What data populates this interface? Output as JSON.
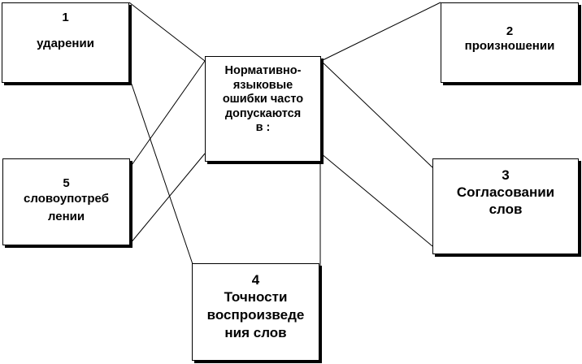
{
  "diagram": {
    "center": {
      "lines": [
        "Нормативно-",
        "языковые",
        "ошибки часто",
        "допускаются",
        "в :"
      ]
    },
    "items": [
      {
        "num": "1",
        "lines": [
          "ударении"
        ]
      },
      {
        "num": "2",
        "lines": [
          "произношении"
        ]
      },
      {
        "num": "3",
        "lines": [
          "Согласовании",
          "слов"
        ]
      },
      {
        "num": "4",
        "lines": [
          "Точности",
          "воспроизведе",
          "ния  слов"
        ]
      },
      {
        "num": "5",
        "lines": [
          "словоупотреб",
          "лении"
        ]
      }
    ],
    "colors": {
      "stroke": "#000000",
      "fill": "#ffffff",
      "text": "#000000"
    }
  }
}
